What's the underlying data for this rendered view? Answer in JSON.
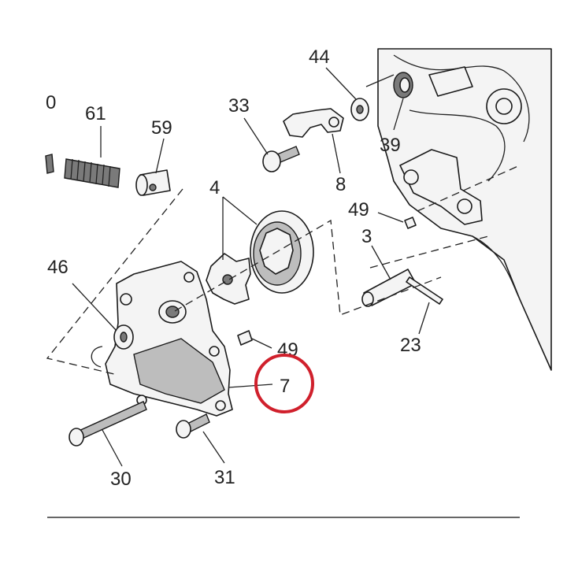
{
  "callouts": {
    "c60": "0",
    "c61": "61",
    "c59": "59",
    "c33": "33",
    "c44": "44",
    "c39": "39",
    "c8": "8",
    "c4": "4",
    "c49a": "49",
    "c3": "3",
    "c46": "46",
    "c49b": "49",
    "c7": "7",
    "c23": "23",
    "c30": "30",
    "c31": "31"
  },
  "highlight": {
    "color": "#d0202c",
    "target": "7"
  },
  "colors": {
    "ink": "#1a1a1a",
    "background": "#ffffff"
  }
}
